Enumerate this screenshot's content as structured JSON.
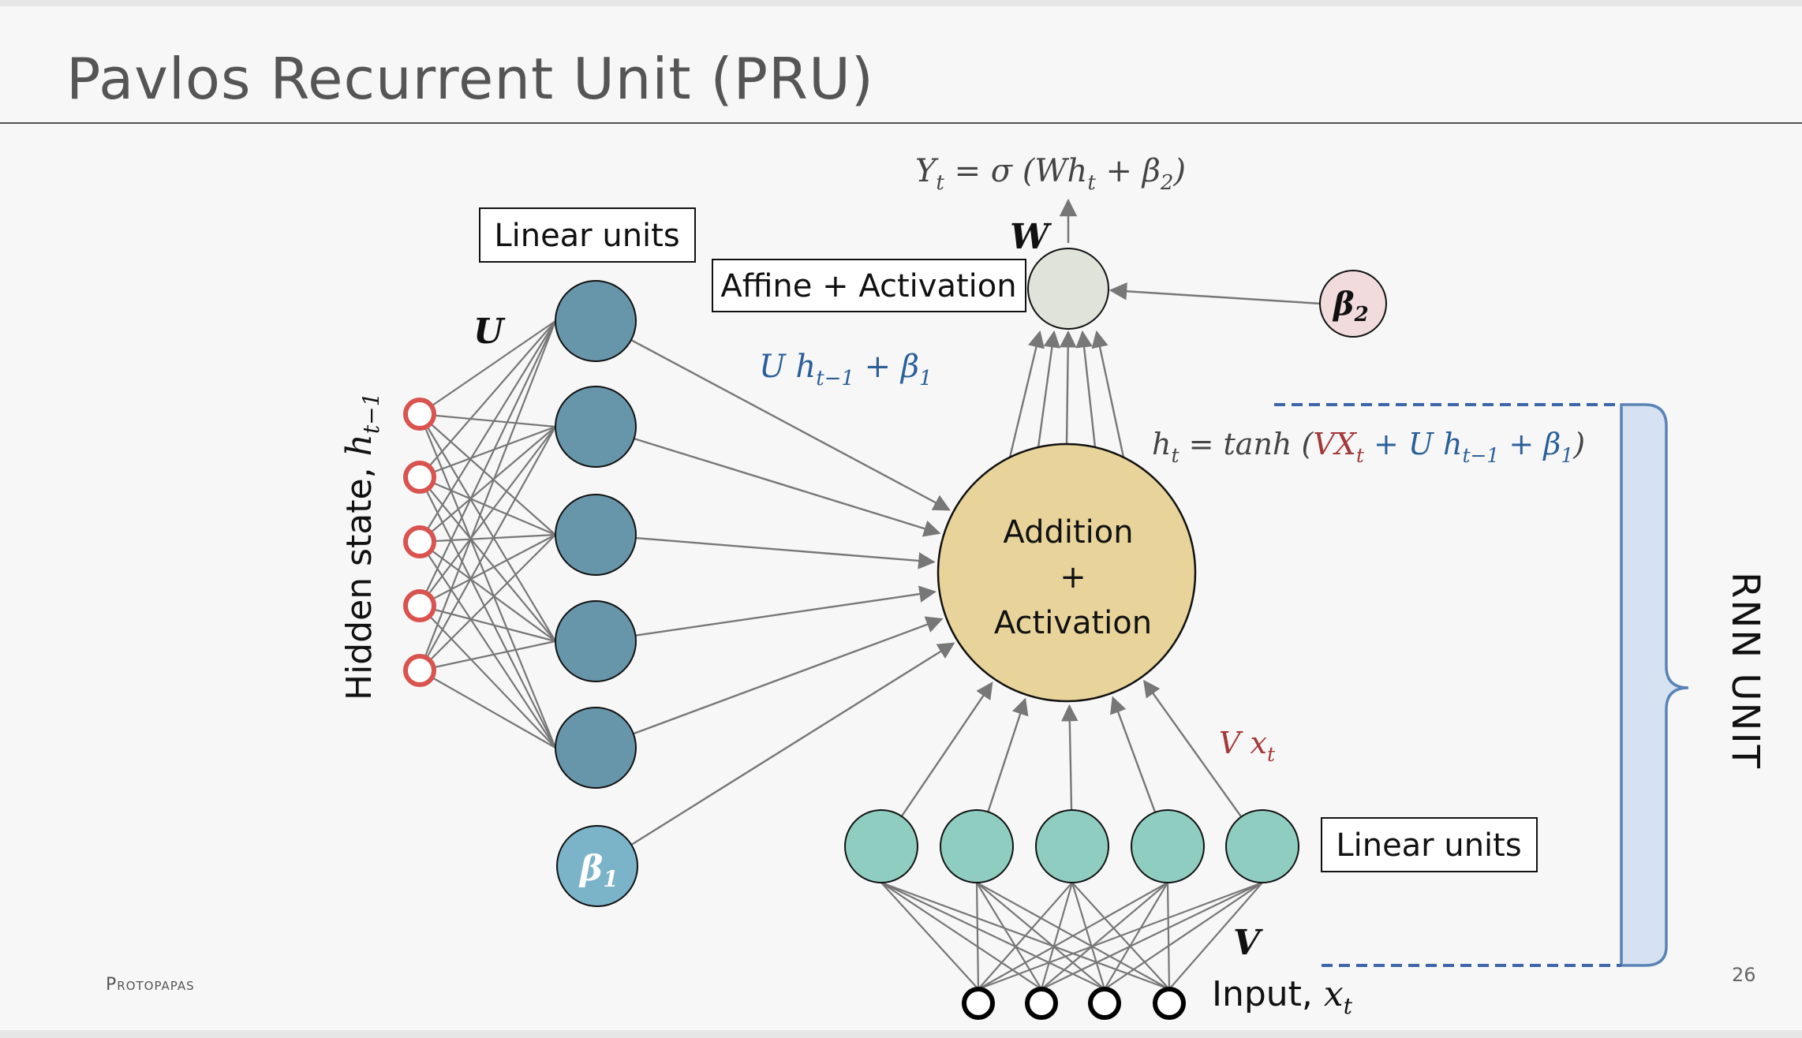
{
  "slide": {
    "title": "Pavlos Recurrent Unit (PRU)",
    "footer": "Protopapas",
    "page_number": "26"
  },
  "labels": {
    "linear_units_top": "Linear units",
    "linear_units_bottom": "Linear units",
    "affine_activation": "Affine + Activation",
    "addition_line1": "Addition",
    "addition_line2": "+",
    "addition_line3": "Activation",
    "hidden_state_text": "Hidden state, ",
    "input_text": "Input, ",
    "rnn_unit": "RNN UNIT"
  },
  "math": {
    "U": "U",
    "V": "V",
    "W": "W",
    "beta1": "β",
    "beta1_sub": "1",
    "beta2": "β",
    "beta2_sub": "2",
    "h_t_minus_1": "h",
    "h_t_minus_1_sub": "t−1",
    "x_t": "x",
    "x_t_sub": "t",
    "output_eq": {
      "Y": "Y",
      "Y_sub": "t",
      "eq1": " = σ (W",
      "h": "h",
      "h_sub": "t",
      "plus": " +  β",
      "b_sub": "2",
      "close": ")"
    },
    "u_term": {
      "U": "U h",
      "sub": "t−1",
      "plus": "  +  β",
      "b_sub": "1"
    },
    "v_term": {
      "V": "V x",
      "sub": "t"
    },
    "ht_eq": {
      "h": "h",
      "h_sub": "t",
      "eq": " =  tanh (",
      "VX": "VX",
      "VX_sub": "t",
      "plusU": " + U h",
      "U_sub": "t−1",
      "plusb": " +  β",
      "b_sub": "1",
      "close": ")"
    }
  },
  "colors": {
    "hidden_circle": "#d9534f",
    "input_circle": "#000000",
    "linear_top_fill": "#6795aa",
    "beta1_fill": "#7bb3c9",
    "linear_bottom_fill": "#8ecdc0",
    "addition_fill": "#e8d49a",
    "output_fill": "#dfe3da",
    "beta2_fill": "#f2dbdd",
    "edge": "#777777",
    "blue_text": "#2b5f99",
    "red_text": "#a33a3a",
    "bracket": "#5b83b5",
    "bracket_fill": "#d6e2f1",
    "dashes": "#3e66a8"
  }
}
